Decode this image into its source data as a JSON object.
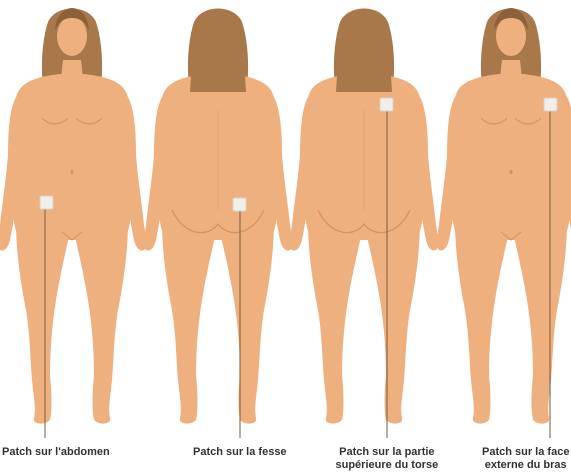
{
  "colors": {
    "skin": "#EDB07E",
    "skin_shadow": "#D3935F",
    "hair": "#A8784B",
    "hair_shadow": "#8C6139",
    "patch": "#F2EFEA",
    "patch_border": "#D9D2C8",
    "leader_line": "#7A5A3C",
    "label_text": "#333333"
  },
  "figures": [
    {
      "view": "front",
      "label_lines": [
        "Patch sur l'abdomen"
      ]
    },
    {
      "view": "back",
      "label_lines": [
        "Patch sur la fesse"
      ]
    },
    {
      "view": "back",
      "label_lines": [
        "Patch sur la partie",
        "supérieure du torse"
      ]
    },
    {
      "view": "front",
      "label_lines": [
        "Patch sur la face",
        "externe du bras"
      ]
    }
  ]
}
